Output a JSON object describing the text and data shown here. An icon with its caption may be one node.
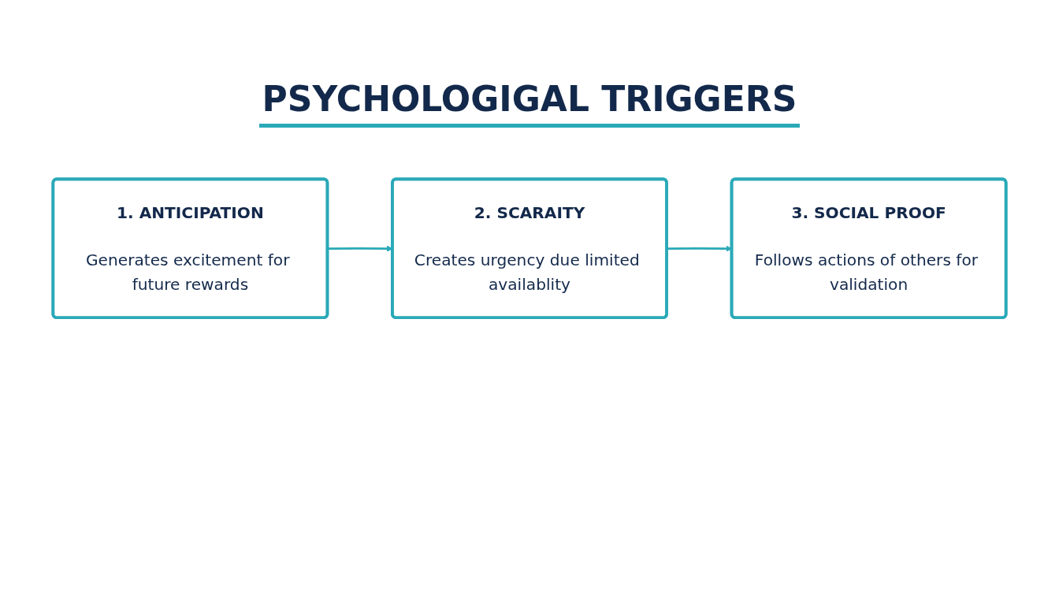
{
  "diagram": {
    "title": "PSYCHOLOGIGAL TRIGGERS",
    "nodes": [
      {
        "text": [
          "1. ANTICIPATION",
          "Generates excitement for future rewards"
        ]
      },
      {
        "text": [
          "2. SCARAITY",
          "Creates urgency due limited availablity"
        ]
      },
      {
        "text": [
          "3. SOCIAL PROOF",
          "Follows actions of others for validation"
        ]
      }
    ],
    "edges": [
      {
        "from": 0,
        "to": 1,
        "arrow": "to"
      },
      {
        "from": 1,
        "to": 2,
        "arrow": "to"
      }
    ]
  }
}
